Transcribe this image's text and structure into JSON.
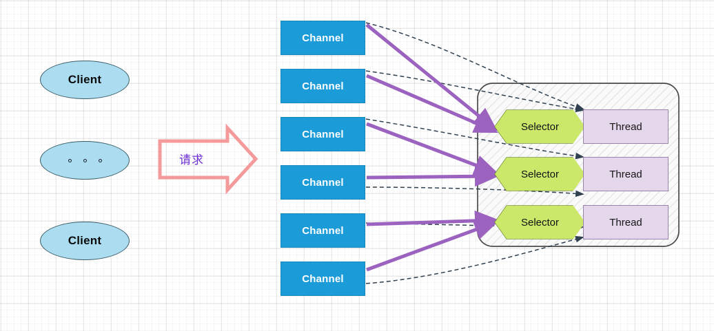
{
  "diagram": {
    "title": "NIO multi-reactor: clients, channels, selectors, threads",
    "colors": {
      "client_fill": "#ABDCF0",
      "client_stroke": "#3b5c66",
      "channel_fill": "#1B9BD8",
      "selector_fill": "#CBE86B",
      "thread_fill": "#E5D7EB",
      "arrow_purple": "#9B63BF",
      "arrow_dashed": "#2f4050",
      "request_arrow_stroke": "#F59A9A",
      "request_text": "#6E2FD6",
      "container_stroke": "#4a4a4a",
      "grid_line": "#e8e8e8"
    }
  },
  "clients": [
    {
      "label": "Client",
      "kind": "text"
    },
    {
      "label": "",
      "kind": "dots"
    },
    {
      "label": "Client",
      "kind": "text"
    }
  ],
  "request_arrow": {
    "label": "请求",
    "name": "request-arrow"
  },
  "channels": [
    {
      "label": "Channel"
    },
    {
      "label": "Channel"
    },
    {
      "label": "Channel"
    },
    {
      "label": "Channel"
    },
    {
      "label": "Channel"
    },
    {
      "label": "Channel"
    }
  ],
  "reactor_group": {
    "rows": [
      {
        "selector": "Selector",
        "thread": "Thread"
      },
      {
        "selector": "Selector",
        "thread": "Thread"
      },
      {
        "selector": "Selector",
        "thread": "Thread"
      }
    ]
  }
}
